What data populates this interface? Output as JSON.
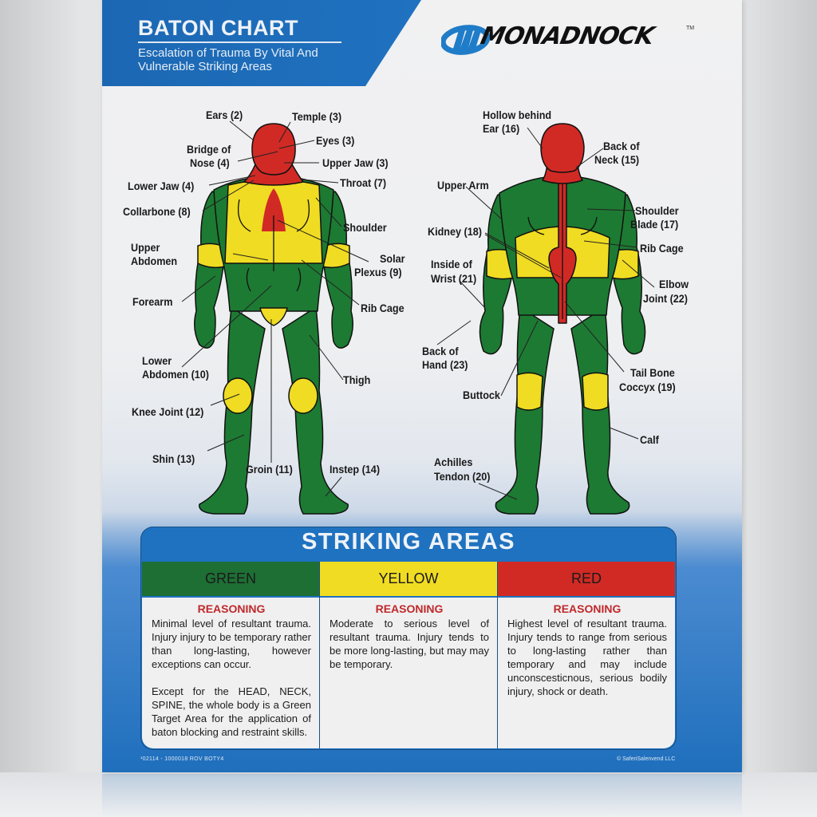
{
  "header": {
    "title": "BATON CHART",
    "subtitle": "Escalation of Trauma By Vital And Vulnerable Striking Areas"
  },
  "logo": {
    "brand": "MONADNOCK",
    "trademark": "TM"
  },
  "colors": {
    "green": "#1d7a33",
    "yellow": "#f0dc22",
    "red": "#d12a25",
    "blue": "#1f72c0"
  },
  "front_figure": {
    "labels": [
      {
        "text": "Ears (2)"
      },
      {
        "text": "Temple (3)"
      },
      {
        "text": "Eyes (3)"
      },
      {
        "text": "Bridge of\nNose (4)"
      },
      {
        "text": "Upper Jaw (3)"
      },
      {
        "text": "Lower Jaw (4)"
      },
      {
        "text": "Throat (7)"
      },
      {
        "text": "Collarbone (8)"
      },
      {
        "text": "Shoulder"
      },
      {
        "text": "Upper\nAbdomen"
      },
      {
        "text": "Solar\nPlexus (9)"
      },
      {
        "text": "Forearm"
      },
      {
        "text": "Rib Cage"
      },
      {
        "text": "Lower\nAbdomen (10)"
      },
      {
        "text": "Thigh"
      },
      {
        "text": "Knee Joint (12)"
      },
      {
        "text": "Shin (13)"
      },
      {
        "text": "Groin (11)"
      },
      {
        "text": "Instep (14)"
      }
    ]
  },
  "back_figure": {
    "labels": [
      {
        "text": "Hollow behind\nEar (16)"
      },
      {
        "text": "Back of\nNeck (15)"
      },
      {
        "text": "Upper Arm"
      },
      {
        "text": "Shoulder\nBlade (17)"
      },
      {
        "text": "Kidney (18)"
      },
      {
        "text": "Rib Cage"
      },
      {
        "text": "Inside of\nWrist (21)"
      },
      {
        "text": "Elbow\nJoint (22)"
      },
      {
        "text": "Back of\nHand (23)"
      },
      {
        "text": "Tail Bone\nCoccyx (19)"
      },
      {
        "text": "Buttock"
      },
      {
        "text": "Calf"
      },
      {
        "text": "Achilles\nTendon (20)"
      }
    ]
  },
  "striking_areas": {
    "title": "STRIKING AREAS",
    "columns": [
      {
        "name": "GREEN",
        "heading": "REASONING",
        "text": "Minimal level of resultant trauma. Injury injury to be temporary rather than long-lasting, however exceptions can occur.",
        "text2": "Except for the HEAD, NECK, SPINE, the whole body is a Green Target Area for the application of baton blocking and restraint skills."
      },
      {
        "name": "YELLOW",
        "heading": "REASONING",
        "text": "Moderate to serious level of resultant trauma. Injury tends to be more long-lasting, but may may be temporary."
      },
      {
        "name": "RED",
        "heading": "REASONING",
        "text": "Highest level of resultant trauma. Injury tends to range from serious to long-lasting rather than temporary and may include unconscesticnous, serious bodily injury, shock or death."
      }
    ]
  },
  "footer": {
    "left": "¹02114 - 1000018  ROV BOTY4",
    "right": "© SaferiSalenvend LLC"
  }
}
